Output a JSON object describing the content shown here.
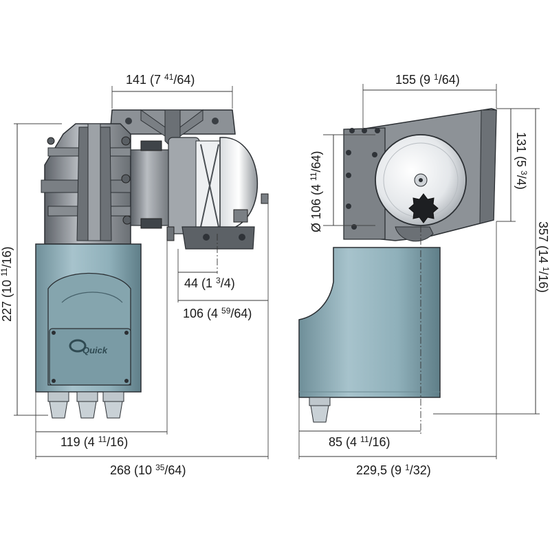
{
  "brand": {
    "logo_text": "Quick"
  },
  "colors": {
    "housing": "#8fb0ba",
    "metal": "#9a9ea3",
    "dark_metal": "#5b6065",
    "drum": "#e9ebee"
  },
  "dimensions": {
    "side_top_width": {
      "value": "141 (7 ",
      "num": "41",
      "den": "/64)"
    },
    "side_height": {
      "value": "227 (10 ",
      "num": "11",
      "den": "/16)"
    },
    "motor_offset_44": {
      "value": "44 (1 ",
      "num": "3",
      "den": "/4)"
    },
    "motor_offset_106": {
      "value": "106 (4 ",
      "num": "59",
      "den": "/64)"
    },
    "side_bottom_119": {
      "value": "119 (4 ",
      "num": "11",
      "den": "/16)"
    },
    "side_total_268": {
      "value": "268 (10 ",
      "num": "35",
      "den": "/64)"
    },
    "front_top_width": {
      "value": "155 (9 ",
      "num": "1",
      "den": "/64)"
    },
    "front_drum_dia": {
      "value": "Ø 106 (4 ",
      "num": "11",
      "den": "/64)"
    },
    "front_plate_height": {
      "value": "131 (5 ",
      "num": "3",
      "den": "/4)"
    },
    "front_total_height": {
      "value": "357 (14 ",
      "num": "1",
      "den": "/16)"
    },
    "front_bottom_85": {
      "value": "85 (4 ",
      "num": "11",
      "den": "/16)"
    },
    "front_total_229": {
      "value": "229,5 (9 ",
      "num": "1",
      "den": "/32)"
    }
  }
}
